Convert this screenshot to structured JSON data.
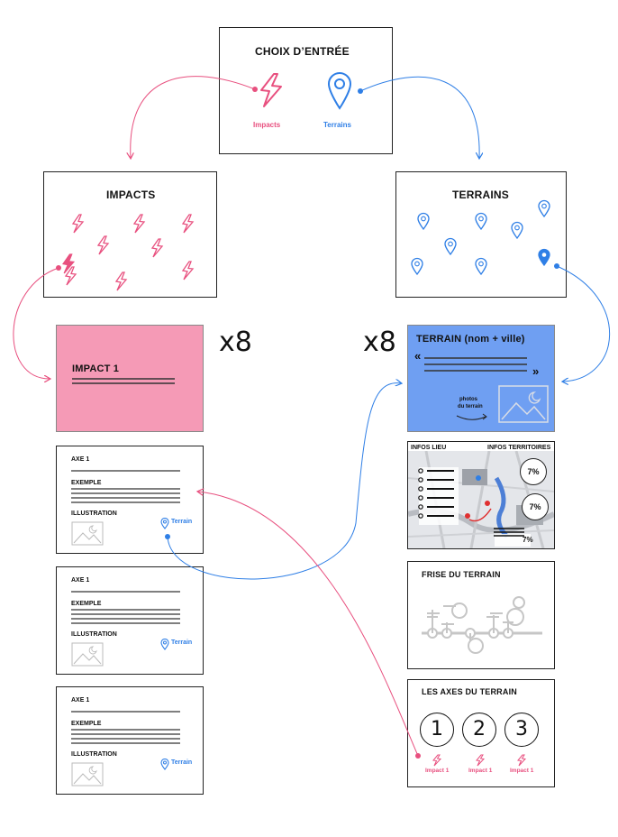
{
  "entry": {
    "title": "CHOIX D’ENTRÉE",
    "impacts_label": "Impacts",
    "terrains_label": "Terrains"
  },
  "impacts_box": {
    "title": "IMPACTS"
  },
  "terrains_box": {
    "title": "TERRAINS"
  },
  "multiplier_left": "x8",
  "multiplier_right": "x8",
  "impact_card": {
    "title": "IMPACT 1"
  },
  "terrain_card": {
    "title": "TERRAIN (nom + ville)",
    "quote_open": "«",
    "quote_close": "»",
    "photo_note_1": "photos",
    "photo_note_2": "du terrain"
  },
  "axe_cards": [
    {
      "axe": "AXE 1",
      "exemple": "EXEMPLE",
      "illustration": "ILLUSTRATION",
      "terrain_link": "Terrain"
    },
    {
      "axe": "AXE 1",
      "exemple": "EXEMPLE",
      "illustration": "ILLUSTRATION",
      "terrain_link": "Terrain"
    },
    {
      "axe": "AXE 1",
      "exemple": "EXEMPLE",
      "illustration": "ILLUSTRATION",
      "terrain_link": "Terrain"
    }
  ],
  "infos": {
    "left": "INFOS LIEU",
    "right": "INFOS TERRITOIRES",
    "pct1": "7%",
    "pct2": "7%",
    "pct3": "7%"
  },
  "frise": {
    "title": "FRISE DU TERRAIN"
  },
  "axes_terrain": {
    "title": "LES AXES DU TERRAIN",
    "nums": [
      "1",
      "2",
      "3"
    ],
    "labels": [
      "Impact 1",
      "Impact 1",
      "Impact 1"
    ]
  },
  "colors": {
    "pink": "#e8507f",
    "blue": "#2f7fe6",
    "pink_fill": "#f59ab6",
    "blue_fill": "#6f9ff2"
  }
}
